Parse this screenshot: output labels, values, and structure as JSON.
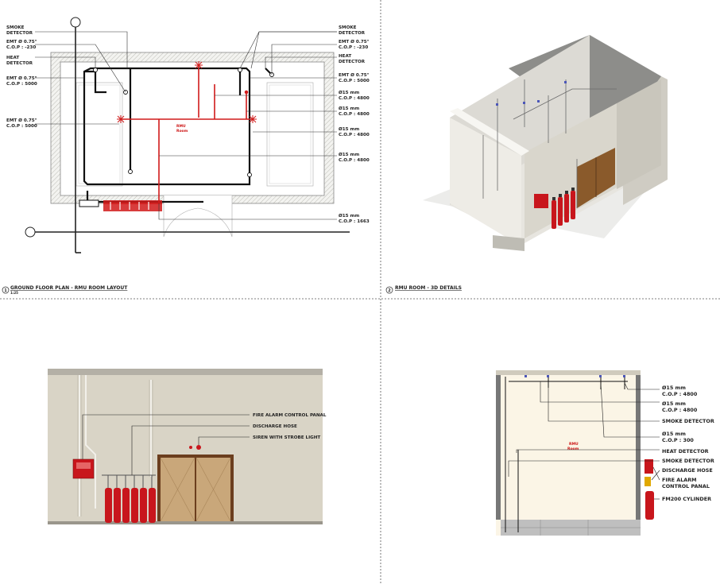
{
  "views": {
    "plan": {
      "number": "1",
      "title": "GROUND FLOOR PLAN - RMU ROOM LAYOUT",
      "scale": "1:25",
      "room_label": [
        "RMU",
        "Room"
      ],
      "callouts_left": [
        [
          "SMOKE",
          "DETECTOR"
        ],
        [
          "EMT Ø 0.75\"",
          "C.O.P : -230"
        ],
        [
          "HEAT",
          "DETECTOR"
        ],
        [
          "EMT Ø 0.75\"",
          "C.O.P : 5000"
        ],
        [
          "EMT Ø 0.75\"",
          "C.O.P : 5000"
        ]
      ],
      "callouts_right": [
        [
          "SMOKE",
          "DETECTOR"
        ],
        [
          "EMT Ø 0.75\"",
          "C.O.P : -230"
        ],
        [
          "HEAT",
          "DETECTOR"
        ],
        [
          "EMT Ø 0.75\"",
          "C.O.P : 5000"
        ],
        [
          "Ø15 mm",
          "C.O.P : 4800"
        ],
        [
          "Ø15 mm",
          "C.O.P : 4800"
        ],
        [
          "Ø15 mm",
          "C.O.P : 4800"
        ],
        [
          "Ø15 mm",
          "C.O.P : 4800"
        ],
        [
          "Ø15 mm",
          "C.O.P : 1663"
        ]
      ]
    },
    "iso": {
      "number": "2",
      "title": "RMU ROOM - 3D DETAILS"
    },
    "elev_front": {
      "callouts": [
        "FIRE ALARM CONTROL PANAL",
        "DISCHARGE HOSE",
        "SIREN WITH STROBE LIGHT"
      ]
    },
    "elev_side": {
      "room_label": [
        "RMU",
        "Room"
      ],
      "callouts": [
        [
          "Ø15 mm",
          "C.O.P : 4800"
        ],
        [
          "Ø15 mm",
          "C.O.P : 4800"
        ],
        [
          "SMOKE DETECTOR"
        ],
        [
          "Ø15 mm",
          "C.O.P : 300"
        ],
        [
          "HEAT DETECTOR"
        ],
        [
          "SMOKE DETECTOR"
        ],
        [
          "DISCHARGE HOSE"
        ],
        [
          "FIRE ALARM",
          "CONTROL PANAL"
        ],
        [
          "FM200 CYLINDER"
        ]
      ]
    }
  },
  "colors": {
    "pipe": "#d11a1a",
    "conduit": "#111111",
    "wall": "#e8e8e4",
    "door": "#8a5a2b",
    "cylinder": "#c8161c"
  }
}
